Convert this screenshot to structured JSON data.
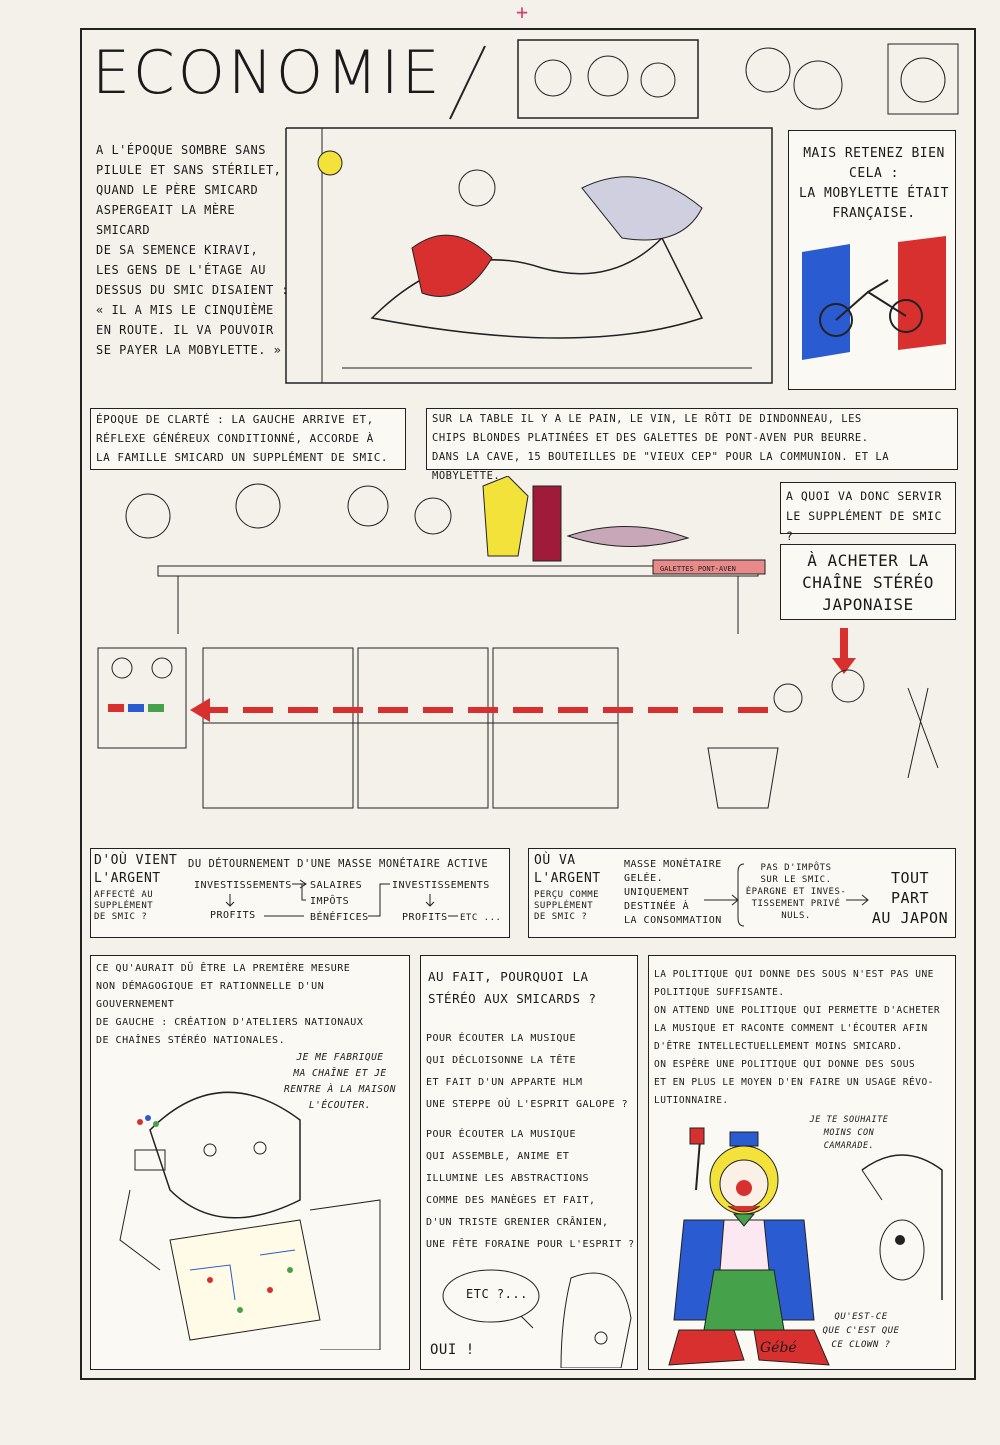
{
  "title": "ECONOMIE",
  "panel1": {
    "text": "A L'ÉPOQUE SOMBRE SANS\nPILULE ET SANS STÉRILET,\nQUAND LE PÈRE SMICARD\nASPERGEAIT LA MÈRE SMICARD\nDE SA SEMENCE KIRAVI,\nLES GENS DE L'ÉTAGE AU\nDESSUS DU SMIC DISAIENT :\n« IL A MIS LE CINQUIÈME\nEN ROUTE. IL VA POUVOIR\nSE PAYER LA MOBYLETTE. »",
    "aside": "MAIS RETENEZ BIEN\nCELA :\nLA MOBYLETTE ÉTAIT\nFRANÇAISE."
  },
  "panel2": {
    "left": "ÉPOQUE DE CLARTÉ : LA GAUCHE ARRIVE ET,\nRÉFLEXE GÉNÉREUX CONDITIONNÉ, ACCORDE À\nLA FAMILLE SMICARD UN SUPPLÉMENT DE SMIC.",
    "right": "SUR LA TABLE IL Y A LE PAIN, LE VIN, LE RÔTI DE DINDONNEAU, LES\nCHIPS BLONDES PLATINÉES ET DES GALETTES DE PONT-AVEN PUR BEURRE.\nDANS LA CAVE, 15 BOUTEILLES DE \"VIEUX CEP\" POUR LA COMMUNION. ET LA MOBYLETTE.",
    "question": "A QUOI VA DONC SERVIR\nLE SUPPLÉMENT DE SMIC ?",
    "answer": "À ACHETER LA\nCHAÎNE STÉRÉO\nJAPONAISE",
    "galettes": "GALETTES PONT-AVEN"
  },
  "flow_left": {
    "q": "D'OÙ VIENT\nL'ARGENT",
    "q_sub": "AFFECTÉ AU\nSUPPLÉMENT\nDE SMIC ?",
    "head": "DU DÉTOURNEMENT D'UNE MASSE MONÉTAIRE ACTIVE",
    "c1a": "INVESTISSEMENTS",
    "c1b": "PROFITS",
    "c2a": "SALAIRES",
    "c2b": "IMPÔTS",
    "c2c": "BÉNÉFICES",
    "c3a": "INVESTISSEMENTS",
    "c3b": "PROFITS",
    "etc": "ETC ..."
  },
  "flow_right": {
    "q": "OÙ VA\nL'ARGENT",
    "q_sub": "PERÇU COMME\nSUPPLÉMENT\nDE SMIC ?",
    "mid": "MASSE MONÉTAIRE\nGELÉE.\nUNIQUEMENT\nDESTINÉE À\nLA CONSOMMATION",
    "tax": "PAS D'IMPÔTS\nSUR LE SMIC.\nÉPARGNE ET INVES-\nTISSEMENT PRIVÉ\nNULS.",
    "end": "TOUT\nPART\nAU JAPON"
  },
  "bottom_left": {
    "text": "CE QU'AURAIT DÛ ÊTRE LA PREMIÈRE MESURE\nNON DÉMAGOGIQUE ET RATIONNELLE D'UN GOUVERNEMENT\nDE GAUCHE : CRÉATION D'ATELIERS NATIONAUX\nDE CHAÎNES STÉRÉO NATIONALES.",
    "bubble": "JE ME FABRIQUE\nMA CHAÎNE ET JE\nRENTRE À LA MAISON\nL'ÉCOUTER."
  },
  "bottom_mid": {
    "q": "AU FAIT, POURQUOI LA\nSTÉRÉO AUX SMICARDS ?",
    "p1": "POUR ÉCOUTER LA MUSIQUE\nQUI DÉCLOISONNE LA TÊTE\nET FAIT D'UN APPARTE HLM\nUNE STEPPE OÙ L'ESPRIT GALOPE ?",
    "p2": "POUR ÉCOUTER LA MUSIQUE\nQUI ASSEMBLE, ANIME ET\nILLUMINE LES ABSTRACTIONS\nCOMME DES MANÈGES ET FAIT,\nD'UN TRISTE GRENIER CRÂNIEN,\nUNE FÊTE FORAINE POUR L'ESPRIT ?",
    "etc": "ETC ?...",
    "oui": "OUI !"
  },
  "bottom_right": {
    "text": "LA POLITIQUE QUI DONNE DES SOUS N'EST PAS UNE\nPOLITIQUE SUFFISANTE.\nON ATTEND UNE POLITIQUE QUI PERMETTE D'ACHETER\nLA MUSIQUE ET RACONTE COMMENT L'ÉCOUTER AFIN\nD'ÊTRE INTELLECTUELLEMENT MOINS SMICARD.\nON ESPÈRE UNE POLITIQUE QUI DONNE DES SOUS\nET EN PLUS LE MOYEN D'EN FAIRE UN USAGE RÉVO-\nLUTIONNAIRE.",
    "clown_bubble": "JE TE SOUHAITE\nMOINS CON\nCAMARADE.",
    "reply": "QU'EST-CE\nQUE C'EST QUE\nCE CLOWN ?",
    "signature": "Gébé"
  },
  "colors": {
    "red": "#d8302f",
    "blue": "#2a5bd0",
    "yellow": "#f2e23a",
    "green": "#46a24a",
    "wine": "#a01a3a"
  }
}
